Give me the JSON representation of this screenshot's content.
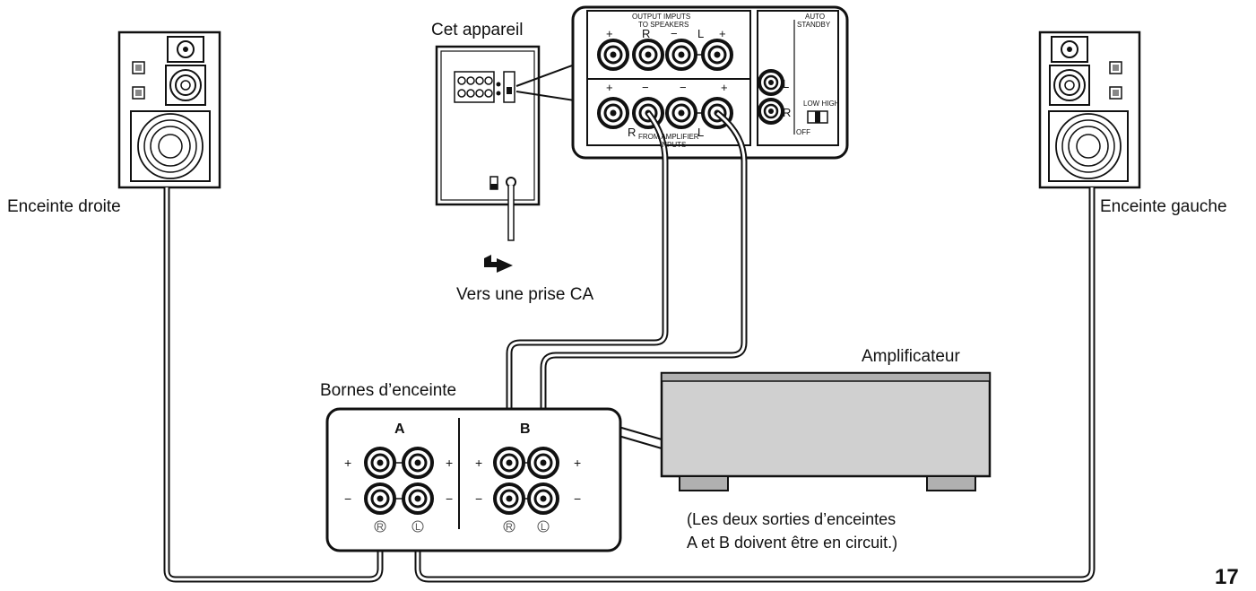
{
  "labels": {
    "this_unit": "Cet appareil",
    "right_speaker": "Enceinte droite",
    "left_speaker": "Enceinte gauche",
    "ac_outlet": "Vers une prise CA",
    "amplifier": "Amplificateur",
    "speaker_terminals": "Bornes d’enceinte",
    "note_line1": "(Les deux sorties d’enceintes",
    "note_line2": "A et B doivent être en circuit.)",
    "page_number": "17"
  },
  "panel": {
    "output_label_1": "OUTPUT IMPUTS",
    "output_label_2": "TO SPEAKERS",
    "input_label_1": "FROM AMPLIFIER",
    "input_label_2": "INPUTS",
    "auto_standby_1": "AUTO",
    "auto_standby_2": "STANDBY",
    "switch_label": "LOW HIGH",
    "off_label": "OFF",
    "plus": "+",
    "minus": "−",
    "R": "R",
    "L": "L"
  },
  "terminals": {
    "group_a": "A",
    "group_b": "B",
    "plus": "+",
    "minus": "−",
    "R": "R",
    "L": "L"
  },
  "colors": {
    "line": "#111111",
    "amp_fill": "#d0d0d0",
    "amp_dark": "#b0b0b0"
  }
}
